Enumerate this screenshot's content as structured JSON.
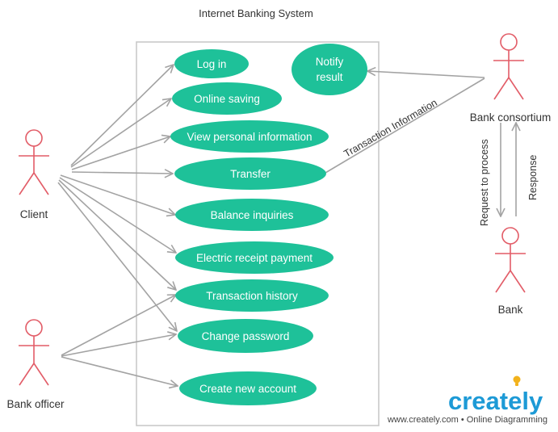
{
  "title": "Internet Banking System",
  "actors": {
    "client": "Client",
    "bank_officer": "Bank officer",
    "bank_consortium": "Bank  consortium",
    "bank": "Bank"
  },
  "use_cases": {
    "login": "Log in",
    "online_saving": "Online  saving",
    "view_info": "View personal information",
    "transfer": "Transfer",
    "balance": "Balance  inquiries",
    "electric_receipt": "Electric  receipt  payment",
    "transaction_history": "Transaction  history",
    "change_password": "Change password",
    "create_account": "Create new account",
    "notify_line1": "Notify",
    "notify_line2": "result"
  },
  "edge_labels": {
    "transaction_information": "Transaction Information",
    "request_to_process": "Request to process",
    "response": "Response"
  },
  "footer": {
    "brand": "creately",
    "url_text": "www.creately.com • Online Diagramming"
  },
  "colors": {
    "use_case_fill": "#1ec199",
    "actor_stroke": "#e25c67",
    "brand_blue": "#1d9ad6",
    "brand_bulb": "#f2b21c"
  }
}
